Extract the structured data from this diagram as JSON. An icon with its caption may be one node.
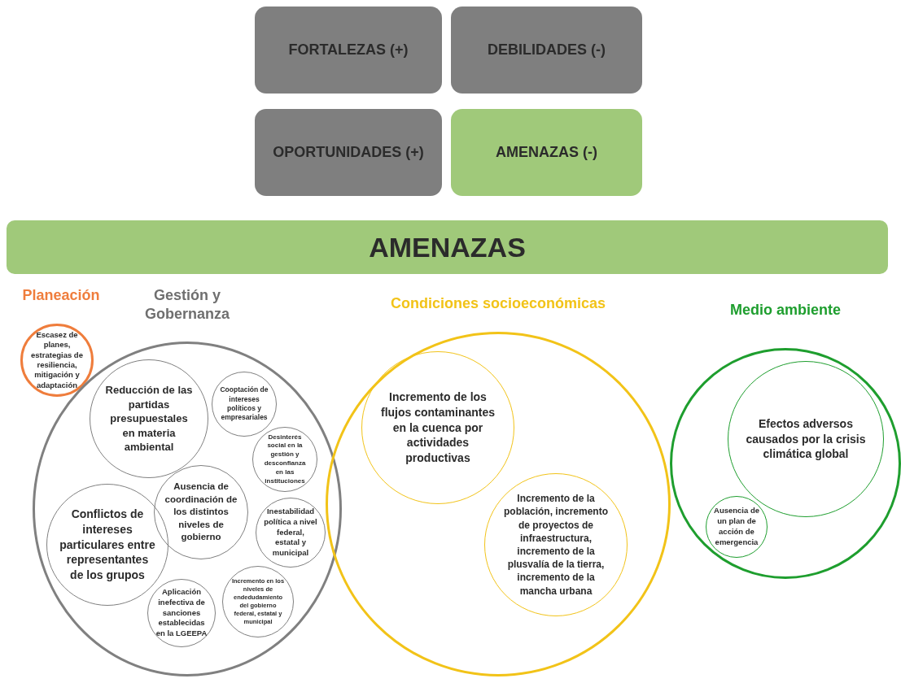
{
  "diagram": {
    "nodes": [
      {
        "text": [
          "FORTALEZAS (+)"
        ]
      },
      {
        "text": [
          "DEBILIDADES (-)"
        ]
      },
      {
        "text": [
          "OPORTUNIDADES (+)"
        ]
      },
      {
        "text": [
          "AMENAZAS (-)"
        ]
      },
      {
        "text": [
          "AMENAZAS"
        ]
      },
      {
        "text": [
          "Planeación",
          "Escasez de planes, estrategias de resiliencia, mitigación y adaptación"
        ]
      },
      {
        "text": [
          "Gestión y Gobernanza"
        ]
      },
      {
        "text": [
          "Reducción de las partidas presupuestales en materia ambiental"
        ],
        "in": 6
      },
      {
        "text": [
          "Cooptación de intereses políticos y empresariales"
        ],
        "in": 6
      },
      {
        "text": [
          "Desinterés social  en la gestión y desconfianza en las instituciones"
        ],
        "in": 6
      },
      {
        "text": [
          "Ausencia de coordinación de los distintos niveles de gobierno"
        ],
        "in": 6
      },
      {
        "text": [
          "Conflictos de intereses particulares entre representantes de los grupos"
        ],
        "in": 6
      },
      {
        "text": [
          "Inestabilidad política a nivel federal, estatal y municipal"
        ],
        "in": 6
      },
      {
        "text": [
          "Aplicación inefectiva de sanciones establecidas en la LGEEPA"
        ],
        "in": 6
      },
      {
        "text": [
          "Incremento en los niveles de endedudamiento del gobierno federal, estatal y municipal"
        ],
        "in": 6
      },
      {
        "text": [
          "Condiciones socioeconómicas"
        ]
      },
      {
        "text": [
          "Incremento de los flujos contaminantes en la cuenca por actividades productivas"
        ],
        "in": 15
      },
      {
        "text": [
          "Incremento de la población, incremento de proyectos de infraestructura, incremento de la plusvalía de la tierra, incremento de la mancha urbana"
        ],
        "in": 15
      },
      {
        "text": [
          "Medio ambiente"
        ]
      },
      {
        "text": [
          "Efectos adversos causados por la crisis climática global"
        ],
        "in": 18
      },
      {
        "text": [
          "Ausencia de un plan de acción de emergencia"
        ],
        "in": 18
      }
    ]
  }
}
